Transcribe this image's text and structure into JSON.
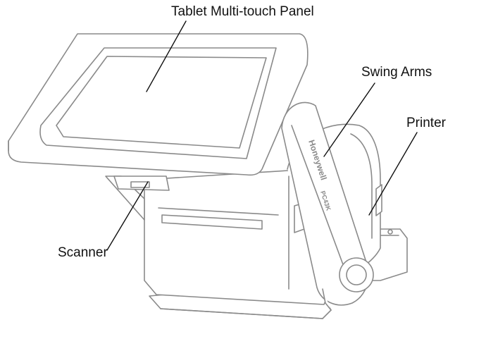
{
  "labels": {
    "tablet": "Tablet Multi-touch Panel",
    "swing_arms": "Swing Arms",
    "printer": "Printer",
    "scanner": "Scanner"
  },
  "device_text": {
    "brand": "Honeywell",
    "model": "PC43K"
  },
  "colors": {
    "outline": "#8a8a8a",
    "leader": "#111111",
    "fill": "#ffffff"
  }
}
